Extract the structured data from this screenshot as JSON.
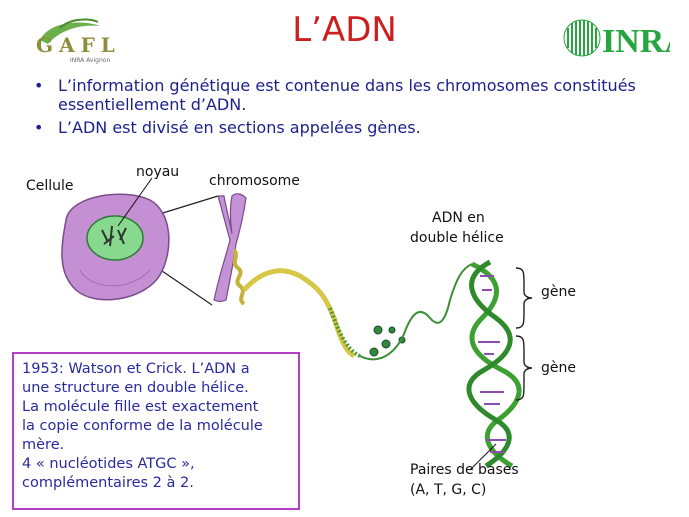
{
  "title": "L’ADN",
  "logos": {
    "left": "GAFL",
    "left_sub": "INRA Avignon",
    "right": "INRA"
  },
  "bullets": [
    "L’information génétique est contenue dans les chromosomes constitués essentiellement d’ADN.",
    "L’ADN est divisé en sections appelées gènes."
  ],
  "labels": {
    "cellule": "Cellule",
    "noyau": "noyau",
    "chromosome": "chromosome",
    "adn_line1": "ADN en",
    "adn_line2": "double hélice",
    "gene1": "gène",
    "gene2": "gène",
    "paires_line1": "Paires de bases",
    "paires_line2": "(A, T, G, C)"
  },
  "infobox": {
    "lines": [
      "1953: Watson et Crick. L’ADN a",
      "une structure en double hélice.",
      "La molécule fille est exactement",
      "la copie conforme de la molécule",
      "mère.",
      "4 « nucléotides ATGC »,",
      "complémentaires 2 à 2."
    ]
  },
  "colors": {
    "title": "#cc1f1f",
    "text": "#1c1f8c",
    "box_border": "#b23fc4",
    "helix": "#3ca033",
    "cell": "#b27bc4",
    "nucleus": "#7fd48c"
  }
}
